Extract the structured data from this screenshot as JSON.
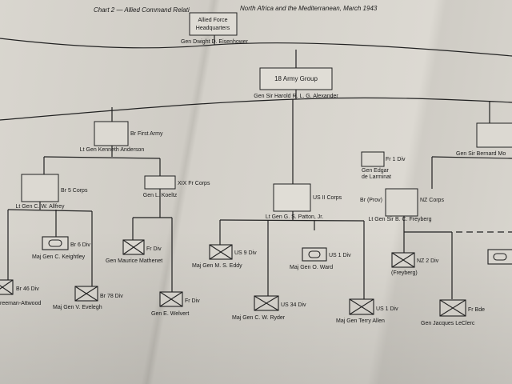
{
  "chart_title": "Chart 2 — Allied Command Relati",
  "chart_title_right": "North Africa and the Mediterranean, March 1943",
  "hq": {
    "box_line1": "Allied Force",
    "box_line2": "Headquarters",
    "commander": "Gen Dwight D. Eisenhower"
  },
  "army_group": {
    "box_label": "18 Army Group",
    "commander": "Gen Sir Harold R. L. G. Alexander"
  },
  "first_army": {
    "label": "Br First Army",
    "commander": "Lt Gen Kenneth Anderson"
  },
  "fifth_corps": {
    "label": "Br 5 Corps",
    "commander": "Lt Gen C. W. Allfrey"
  },
  "xix_corps": {
    "label": "XIX Fr Corps",
    "commander": "Gen L. Koeltz"
  },
  "us_ii_corps": {
    "label": "US II Corps",
    "commander": "Lt Gen G. S. Patton, Jr."
  },
  "eighth_army": {
    "commander": "Gen Sir Bernard Mo"
  },
  "fr1div": {
    "label": "Fr 1 Div",
    "commander_line1": "Gen Edgar",
    "commander_line2": "de Larminat"
  },
  "brprov": {
    "label": "Br (Prov)"
  },
  "nz_corps": {
    "label": "NZ Corps",
    "commander": "Lt Gen Sir B. C. Freyberg"
  },
  "br6div": {
    "label": "Br 6 Div",
    "commander": "Maj Gen C. Keightley"
  },
  "br46div": {
    "label": "Br 46 Div",
    "commander": "reeman-Attwood"
  },
  "br78div": {
    "label": "Br 78 Div",
    "commander": "Maj Gen V. Evelegh"
  },
  "frdiv_a": {
    "label": "Fr Div",
    "commander": "Gen Maurice Mathenet"
  },
  "frdiv_b": {
    "label": "Fr Div",
    "commander": "Gen E. Welvert"
  },
  "us9div": {
    "label": "US 9 Div",
    "commander": "Maj Gen M. S. Eddy"
  },
  "us1armd": {
    "label": "US 1 Div",
    "commander": "Maj Gen O. Ward"
  },
  "us34div": {
    "label": "US 34 Div",
    "commander": "Maj Gen C. W. Ryder"
  },
  "us1div": {
    "label": "US 1 Div",
    "commander": "Maj Gen Terry Allen"
  },
  "nz2div": {
    "label": "NZ 2 Div",
    "commander": "(Freyberg)"
  },
  "frbde": {
    "label": "Fr Bde",
    "commander": "Gen Jacques LeClerc"
  }
}
